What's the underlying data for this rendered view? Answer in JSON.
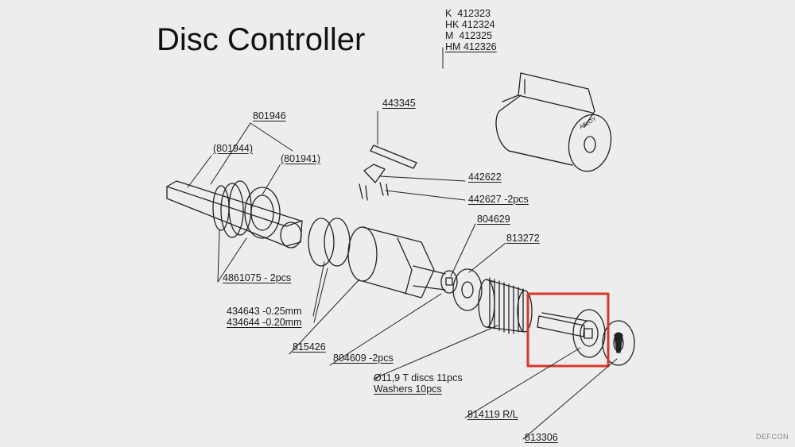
{
  "title": "Disc Controller",
  "variants": [
    "K  412323",
    "HK 412324",
    "M  412325",
    "HM 412326"
  ],
  "cylinder_brand": "ABLOY",
  "labels": {
    "l443345": "443345",
    "l442622": "442622",
    "l442627": "442627 -2pcs",
    "l801946": "801946",
    "l801944": "(801944)",
    "l801941": "(801941)",
    "l804629": "804629",
    "l813272": "813272",
    "l4861075": "4861075 - 2pcs",
    "l434643": "434643 -0.25mm",
    "l434644": "434644 -0.20mm",
    "l815426": "815426",
    "l804609": "804609 -2pcs",
    "discs1": "Ø11,9 T discs  11pcs",
    "discs2": "Washers  10pcs",
    "l814119": "814119 R/L",
    "l813306": "813306"
  },
  "highlight_color": "#d9362b",
  "watermark": "DEFCON"
}
